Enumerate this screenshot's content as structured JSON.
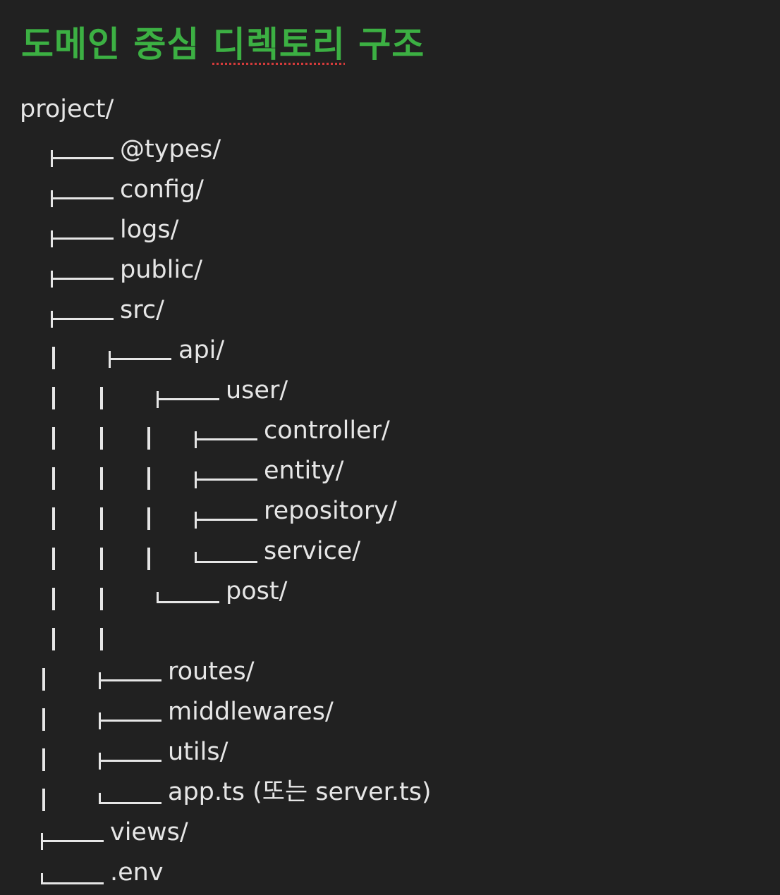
{
  "heading": {
    "text_part1": "도메인 중심 ",
    "text_flagged": "디렉토리",
    "text_part2": " 구조",
    "color": "#3cb043",
    "spellcheck_underline_color": "#d63b3b"
  },
  "tree": {
    "text_color": "#e6e6e6",
    "rows": [
      {
        "label": "project/"
      },
      {
        "label": "@types/"
      },
      {
        "label": "config/"
      },
      {
        "label": "logs/"
      },
      {
        "label": "public/"
      },
      {
        "label": "src/"
      },
      {
        "label": "api/"
      },
      {
        "label": "user/"
      },
      {
        "label": "controller/"
      },
      {
        "label": "entity/"
      },
      {
        "label": "repository/"
      },
      {
        "label": "service/"
      },
      {
        "label": "post/"
      },
      {
        "label": ""
      },
      {
        "label": "routes/"
      },
      {
        "label": "middlewares/"
      },
      {
        "label": "utils/"
      },
      {
        "label": "app.ts (또는 server.ts)"
      },
      {
        "label": "views/"
      },
      {
        "label": ".env"
      }
    ]
  }
}
